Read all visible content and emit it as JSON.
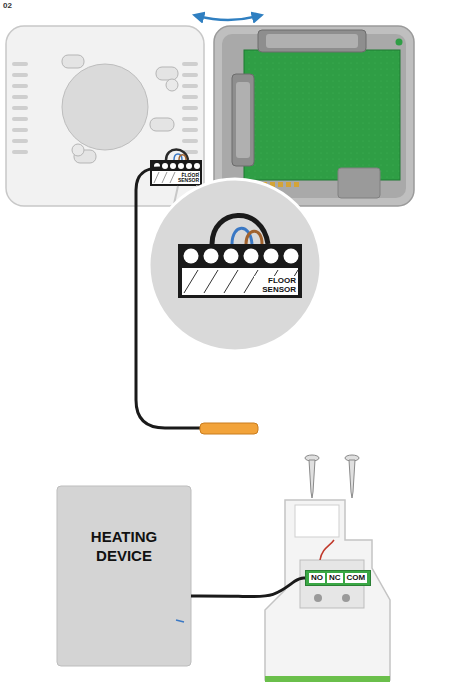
{
  "diagram": {
    "nodes": [
      {
        "text": [
          "HEATING DEVICE"
        ]
      },
      {
        "text": [
          "NO",
          "NC",
          "COM"
        ]
      }
    ],
    "edges": [
      {
        "from": 0,
        "to": 1,
        "arrow": "none"
      }
    ],
    "labels": [
      "02",
      "FLOOR SENSOR",
      "FLOOR SENSOR"
    ]
  }
}
